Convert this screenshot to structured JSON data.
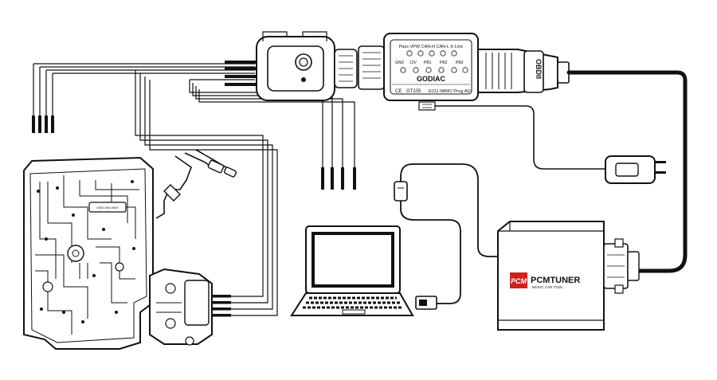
{
  "colors": {
    "line": "#111111",
    "background": "#ffffff",
    "accent": "#cc2222",
    "gray": "#dcdcdc"
  },
  "godiac": {
    "top_label": "Pass VPW CAN-H CAN-L K-Line",
    "brand": "GODIAC",
    "model": "GT105",
    "desc": "ECU IMMO Prog AD",
    "port_label": "OBDII",
    "pin_labels": [
      "GND",
      "12V",
      "PB1",
      "PB2",
      "PB3"
    ]
  },
  "pcmtuner": {
    "badge": "PCM",
    "brand": "PCMTUNER",
    "tagline": "MAGIC CAR TOOL"
  },
  "icons": [
    "jumper-box-icon",
    "ecu-board-icon",
    "laptop-icon",
    "power-adapter-icon",
    "usb-plug-icon",
    "db9-connector-icon"
  ]
}
